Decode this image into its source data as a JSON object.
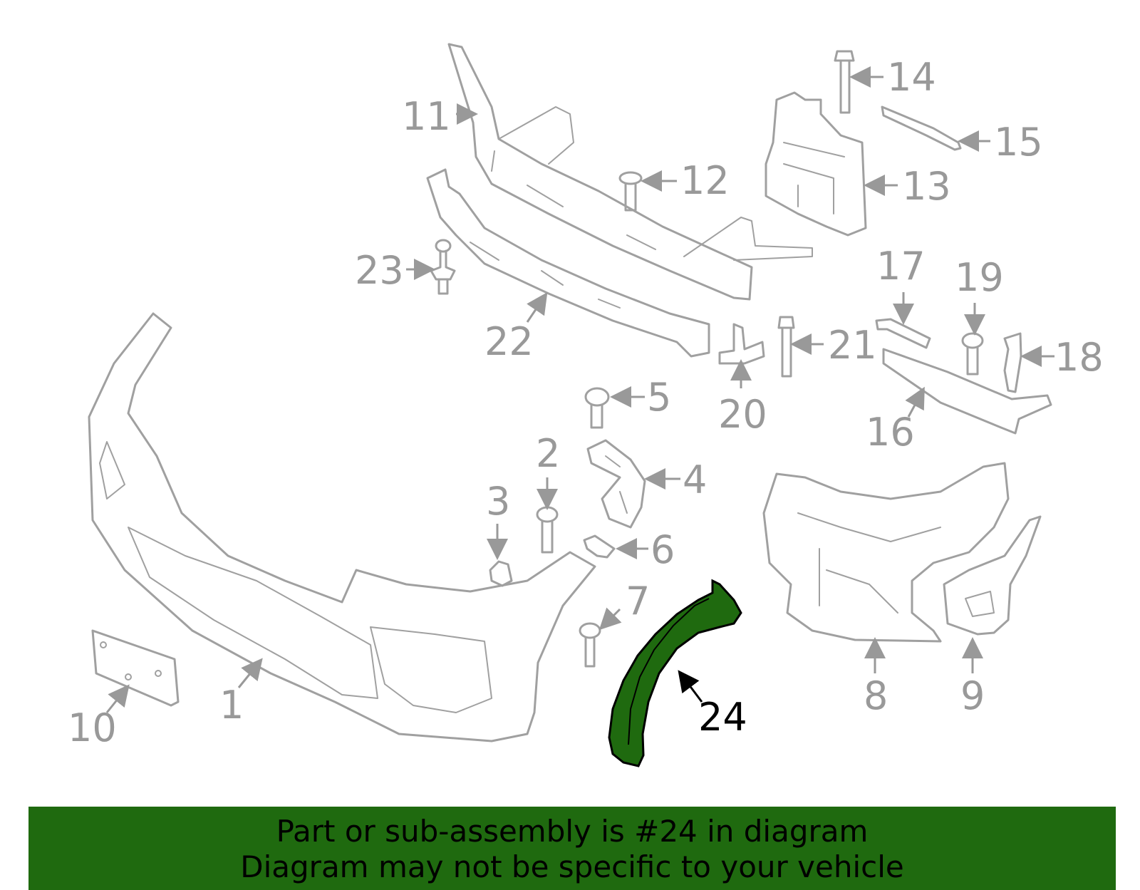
{
  "colors": {
    "highlight_part": "#1f6a0f",
    "banner_background": "#1f6a0f",
    "outline": "#a0a0a0",
    "callout_gray": "#999999",
    "callout_highlight": "#000000"
  },
  "callouts": {
    "c1": "1",
    "c2": "2",
    "c3": "3",
    "c4": "4",
    "c5": "5",
    "c6": "6",
    "c7": "7",
    "c8": "8",
    "c9": "9",
    "c10": "10",
    "c11": "11",
    "c12": "12",
    "c13": "13",
    "c14": "14",
    "c15": "15",
    "c16": "16",
    "c17": "17",
    "c18": "18",
    "c19": "19",
    "c20": "20",
    "c21": "21",
    "c22": "22",
    "c23": "23",
    "c24": "24"
  },
  "highlighted_part": "24",
  "banner": {
    "line1": "Part or sub-assembly is #24 in diagram",
    "line2": "Diagram may not be specific to your vehicle"
  }
}
